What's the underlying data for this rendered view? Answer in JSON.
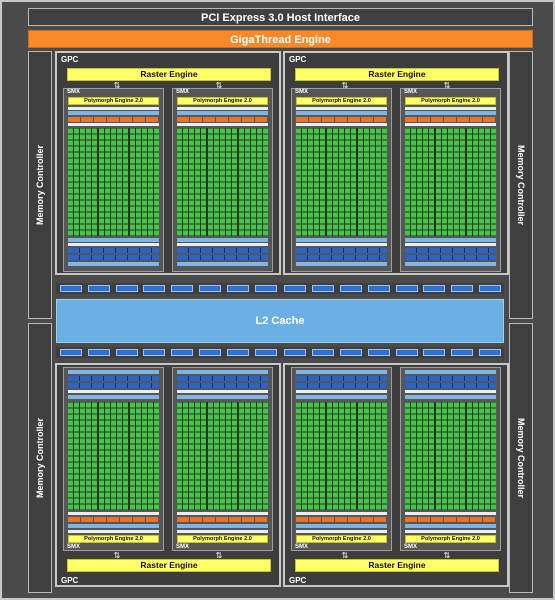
{
  "host_interface": "PCI Express 3.0 Host Interface",
  "gigathread": "GigaThread Engine",
  "memory_controller": "Memory Controller",
  "l2_cache": "L2 Cache",
  "gpc_label": "GPC",
  "raster_engine": "Raster Engine",
  "smx_label": "SMX",
  "polymorph_engine": "Polymorph Engine 2.0",
  "colors": {
    "gigathread": "#f6892a",
    "raster": "#ffff66",
    "cores": "#42c942",
    "cache_blue": "#6ab0e3",
    "ld_st_blue": "#2f6fd0"
  }
}
